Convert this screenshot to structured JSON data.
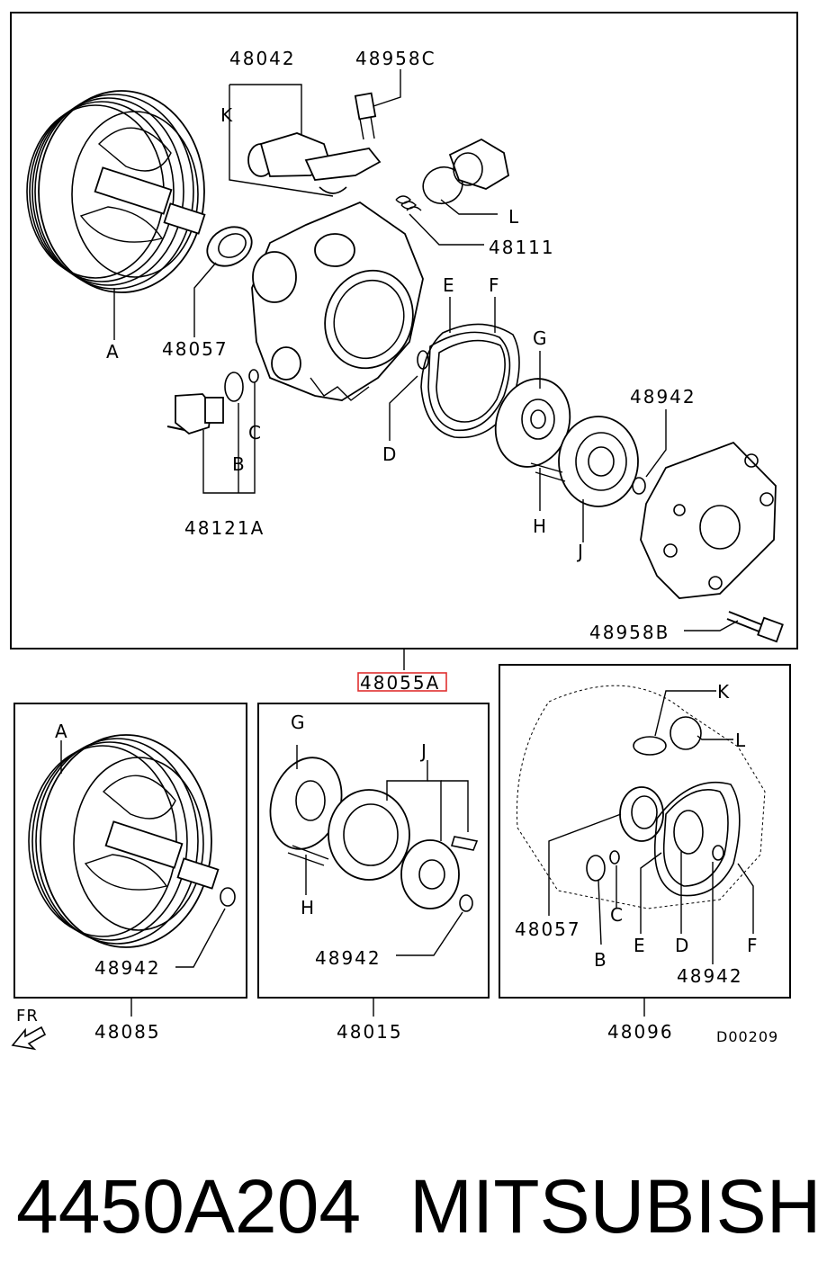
{
  "main_panel": {
    "part_number": "48055A",
    "callouts": {
      "p48042": "48042",
      "p48958C": "48958C",
      "K": "K",
      "L": "L",
      "p48111": "48111",
      "p48057": "48057",
      "A": "A",
      "E": "E",
      "F": "F",
      "G": "G",
      "p48942": "48942",
      "B": "B",
      "C": "C",
      "D": "D",
      "H": "H",
      "J": "J",
      "p48121A": "48121A",
      "p48958B": "48958B"
    }
  },
  "kits": [
    {
      "part_number": "48085",
      "callouts": {
        "A": "A",
        "p48942": "48942"
      }
    },
    {
      "part_number": "48015",
      "callouts": {
        "G": "G",
        "J": "J",
        "H": "H",
        "p48942": "48942"
      }
    },
    {
      "part_number": "48096",
      "callouts": {
        "K": "K",
        "L": "L",
        "p48057": "48057",
        "C": "C",
        "B": "B",
        "E": "E",
        "D": "D",
        "F": "F",
        "p48942": "48942"
      }
    }
  ],
  "direction_label": "FR",
  "diagram_code": "D00209",
  "footer": {
    "part_code": "4450A204",
    "brand": "MITSUBISHI"
  }
}
